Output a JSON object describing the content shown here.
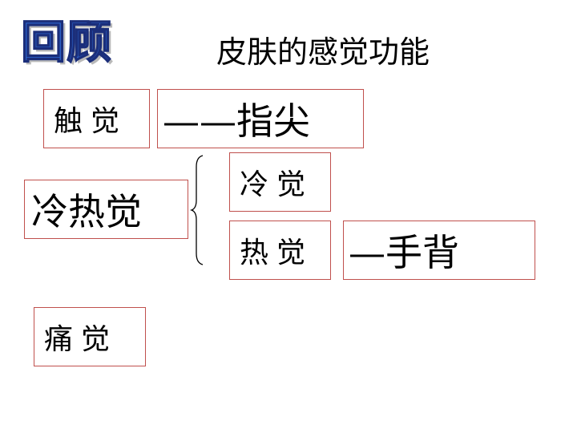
{
  "header": {
    "review_title": "回顾",
    "subtitle": "皮肤的感觉功能"
  },
  "boxes": {
    "touch": "触觉",
    "touch_location": "——指尖",
    "cold_heat": "冷热觉",
    "cold": "冷觉",
    "heat": "热觉",
    "heat_location": "—手背",
    "pain": "痛觉"
  },
  "colors": {
    "box_border": "#c0504d",
    "title_blue": "#2f6bd6"
  }
}
